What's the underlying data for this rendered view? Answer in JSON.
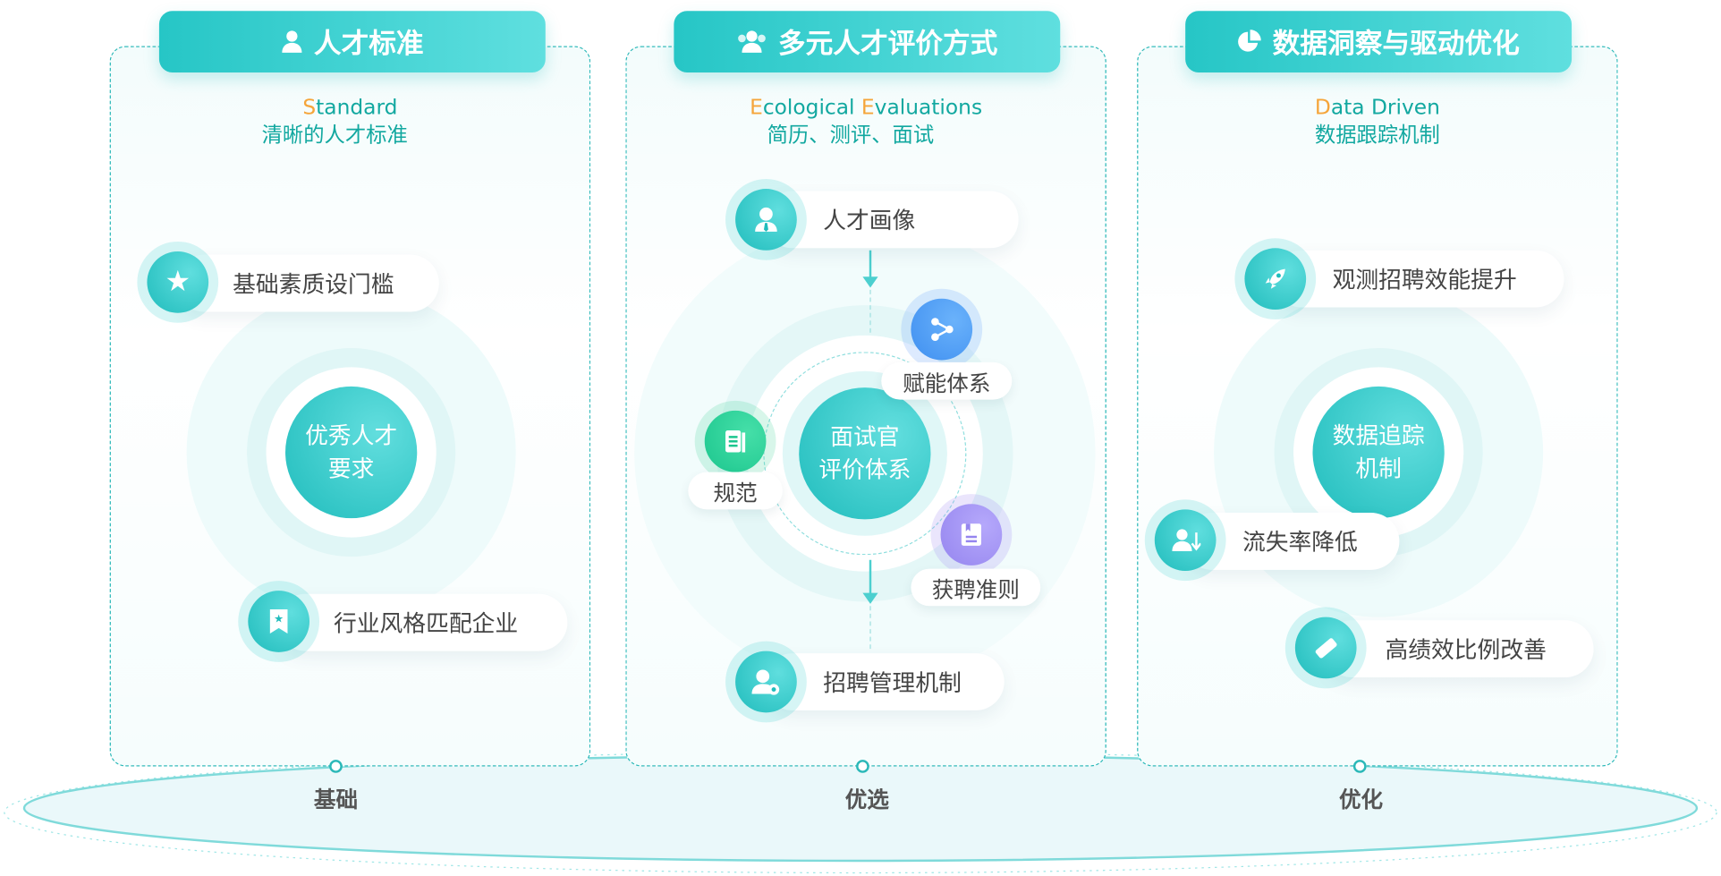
{
  "columns": [
    {
      "title": "人才标准",
      "icon": "user-icon",
      "subtitle_first": "S",
      "subtitle_rest": "tandard",
      "subtitle_cn": "清晰的人才标准",
      "core": [
        "优秀人才",
        "要求"
      ],
      "items": [
        {
          "label": "基础素质设门槛",
          "icon": "star-icon"
        },
        {
          "label": "行业风格匹配企业",
          "icon": "bookmark-star-icon"
        }
      ],
      "stage": "基础"
    },
    {
      "title": "多元人才评价方式",
      "icon": "users-icon",
      "subtitle_parts": [
        "E",
        "cological ",
        "E",
        "valuations"
      ],
      "subtitle_cn": "简历、测评、面试",
      "core": [
        "面试官",
        "评价体系"
      ],
      "items": [
        {
          "label": "人才画像",
          "icon": "person-tie-icon"
        },
        {
          "label": "招聘管理机制",
          "icon": "user-gear-icon"
        },
        {
          "label": "赋能体系",
          "icon": "share-icon"
        },
        {
          "label": "规范",
          "icon": "document-icon"
        },
        {
          "label": "获聘准则",
          "icon": "book-icon"
        }
      ],
      "stage": "优选"
    },
    {
      "title": "数据洞察与驱动优化",
      "icon": "pie-chart-icon",
      "subtitle_first": "D",
      "subtitle_rest": "ata Driven",
      "subtitle_cn": "数据跟踪机制",
      "core": [
        "数据追踪",
        "机制"
      ],
      "items": [
        {
          "label": "观测招聘效能提升",
          "icon": "rocket-icon"
        },
        {
          "label": "流失率降低",
          "icon": "users-down-icon"
        },
        {
          "label": "高绩效比例改善",
          "icon": "ruler-icon"
        }
      ],
      "stage": "优化"
    }
  ],
  "colors": {
    "accent": "#26c6c6",
    "orange": "#f5a53a",
    "blue": "#4f9ff7",
    "green": "#22cc90",
    "purple": "#9d8cf2"
  }
}
